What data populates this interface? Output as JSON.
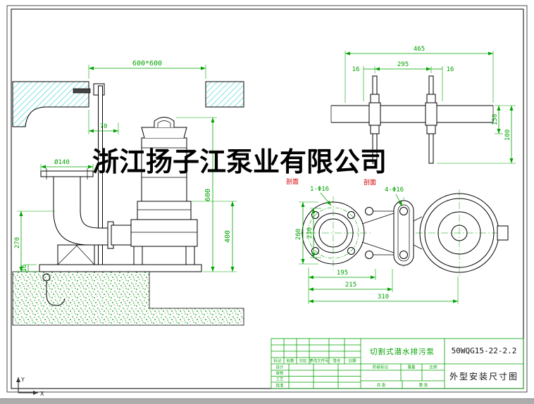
{
  "watermark": "浙江扬子江泵业有限公司",
  "elevation": {
    "dim_opening": "600*600",
    "dim_rail": "70",
    "dim_flange": "Ø140",
    "dim_height": "600",
    "dim_body": "400",
    "dim_depth": "270",
    "dim_plate": "16"
  },
  "bracket": {
    "dim_overall": "465",
    "dim_centers": "295",
    "dim_left": "16",
    "dim_right": "16",
    "dim_v_inner": "150",
    "dim_v_outer": "100"
  },
  "plan": {
    "dim_od": "260",
    "dim_bc": "230",
    "dim_a": "195",
    "dim_b": "215",
    "dim_c": "310",
    "label_hole_left": "1-Φ16",
    "label_hole_right": "4-Φ16",
    "label_section_left": "剖面",
    "label_section_right": "剖面"
  },
  "title_block": {
    "product_name": "切割式潜水排污泵",
    "model": "50WQG15-22-2.2",
    "drawing_title": "外型安装尺寸图",
    "rev_header": [
      "标记",
      "处数",
      "分区",
      "更改文件号",
      "签名",
      "日期"
    ],
    "sign_labels": [
      "设计",
      "审核",
      "工艺",
      "批准"
    ],
    "stage_label": "阶段标记",
    "weight_label": "重量",
    "scale_label": "比例",
    "sheets_label": "共 张",
    "page_label": "第 张"
  },
  "ucs": {
    "x_label": "X",
    "y_label": "Y"
  },
  "colors": {
    "dimension_green": "#00a300",
    "hatch_cyan": "#00c4c4",
    "section_red": "#d40000"
  }
}
